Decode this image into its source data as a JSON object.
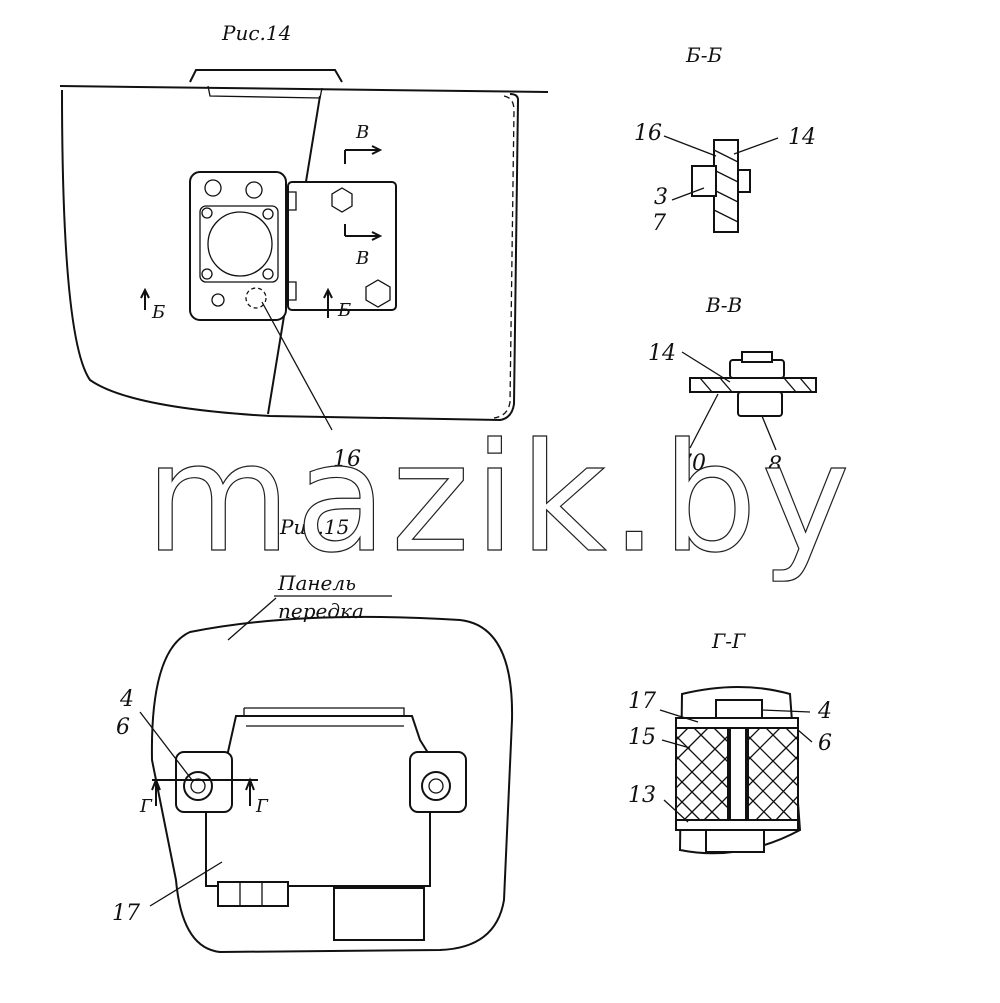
{
  "figures": {
    "fig14": {
      "title": "Рис.14",
      "callout_16": "16",
      "section_v_marks": [
        "В",
        "В"
      ],
      "section_b_marks": [
        "Б",
        "Б"
      ]
    },
    "fig15": {
      "title": "Рис.15",
      "panel_label_line1": "Панель",
      "panel_label_line2": "передка",
      "callout_4": "4",
      "callout_6": "6",
      "callout_17": "17",
      "section_g_marks": [
        "Г",
        "Г"
      ]
    }
  },
  "sections": {
    "bb": {
      "title": "Б-Б",
      "labels": [
        "16",
        "14",
        "3",
        "7"
      ]
    },
    "vv": {
      "title": "В-В",
      "labels": [
        "14",
        "70",
        "8"
      ]
    },
    "gg": {
      "title": "Г-Г",
      "labels": [
        "17",
        "15",
        "13",
        "4",
        "6"
      ]
    }
  },
  "watermark": "mazik.by"
}
